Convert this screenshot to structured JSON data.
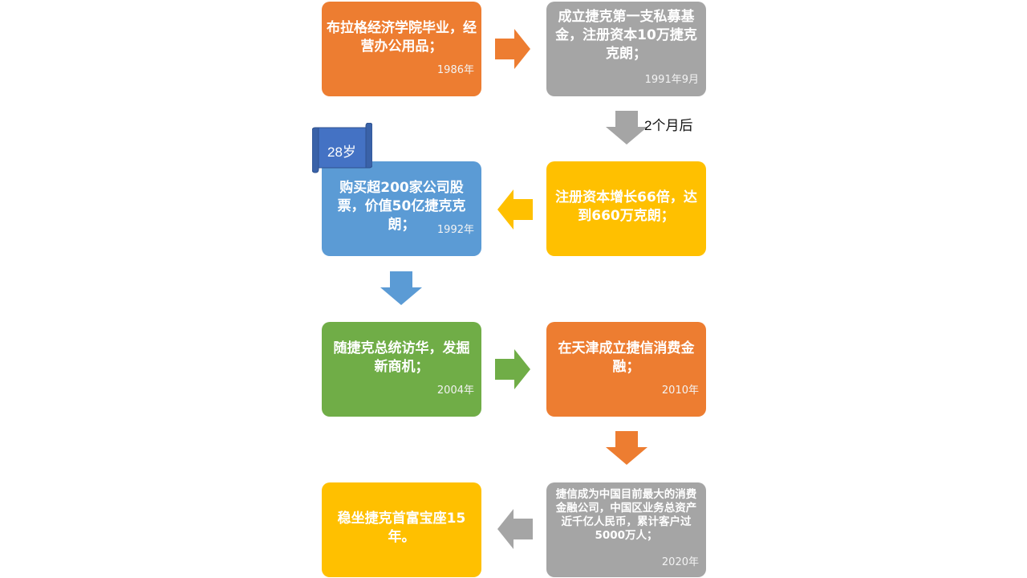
{
  "colors": {
    "orange": "#ED7D31",
    "gray": "#A5A5A5",
    "yellow": "#FFC000",
    "blue": "#5B9BD5",
    "green": "#70AD47",
    "banner": "#4472C4"
  },
  "boxes": [
    {
      "id": "step-1",
      "text": "布拉格经济学院毕业，经营办公用品；",
      "year": "1986年"
    },
    {
      "id": "step-2",
      "text": "成立捷克第一支私募基金，注册资本10万捷克克朗；",
      "year": "1991年9月"
    },
    {
      "id": "step-3",
      "text": "注册资本增长66倍，达到660万克朗；",
      "year": ""
    },
    {
      "id": "step-4",
      "text": "购买超200家公司股票，价值50亿捷克克朗；",
      "year": "1992年"
    },
    {
      "id": "step-5",
      "text": "随捷克总统访华，发掘新商机；",
      "year": "2004年"
    },
    {
      "id": "step-6",
      "text": "在天津成立捷信消费金融；",
      "year": "2010年"
    },
    {
      "id": "step-7",
      "text": "捷信成为中国目前最大的消费金融公司，中国区业务总资产近千亿人民币，累计客户过5000万人；",
      "year": "2020年"
    },
    {
      "id": "step-8",
      "text": "稳坐捷克首富宝座15年。",
      "year": ""
    }
  ],
  "annotations": {
    "interval_label": "2个月后",
    "age_banner": "28岁"
  }
}
